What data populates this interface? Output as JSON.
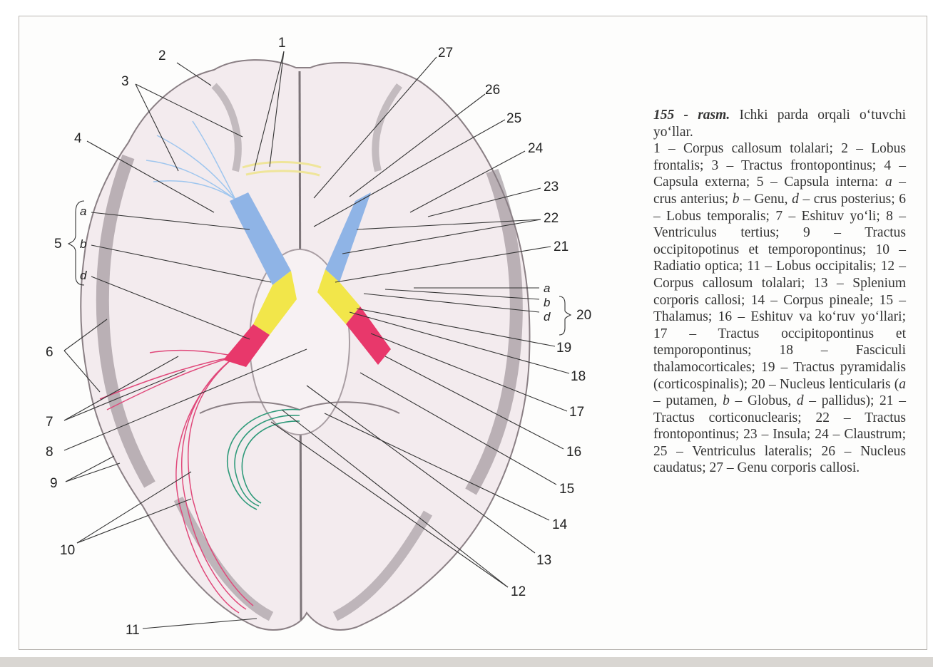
{
  "figure": {
    "labels": [
      "1",
      "2",
      "3",
      "4",
      "5",
      "6",
      "7",
      "8",
      "9",
      "10",
      "11",
      "12",
      "13",
      "14",
      "15",
      "16",
      "17",
      "18",
      "19",
      "20",
      "21",
      "22",
      "23",
      "24",
      "25",
      "26",
      "27"
    ],
    "sub_labels": [
      "a",
      "b",
      "d",
      "a",
      "b",
      "d"
    ],
    "colors": {
      "crus_anterius": "#8fb4e6",
      "genu": "#f2e64a",
      "crus_posterius": "#e8386b",
      "red_fibers": "#e0487a",
      "green_fibers": "#2f9a7a",
      "blue_fibers": "#9fc6ee",
      "cortex_shadow": "#7c7478",
      "cortex": "#f1e8ea"
    }
  },
  "caption": {
    "fig_number": "155 - rasm.",
    "title": "Ichki parda orqali o‘tuvchi yo‘llar.",
    "e1": "1 – Corpus callosum tolalari; 2 – Lobus frontalis; 3 – Tractus frontopontinus; 4 – Capsula externa; 5 – Capsula interna: ",
    "e1a": "a",
    "e1b": " – crus anterius; ",
    "e1c": "b",
    "e1d": " – Genu, ",
    "e1e": "d",
    "e1f": " – crus posterius; 6 – Lobus temporalis; 7 – Eshituv yo‘li; 8 – Ventriculus tertius; 9 – Tractus occipitopotinus et temporopontinus; 10 – Radiatio optica; 11 – Lobus occipitalis; 12 – Corpus callosum tolalari; 13 – Splenium corporis callosi; 14 – Corpus pineale; 15 – Thalamus; 16 – Eshituv va ko‘ruv yo‘llari; 17 – Tractus occipitopontinus et temporopontinus; 18 – Fasciculi thalamocorticales; 19 – Tractus pyramidalis (corticospinalis); 20 – Nucleus lenticularis (",
    "e2a": "a",
    "e2b": " – putamen, ",
    "e2c": "b",
    "e2d": " – Globus, ",
    "e2e": "d",
    "e2f": " – pallidus); 21 – Tractus corticonuclearis; 22 – Tractus frontopontinus; 23 – Insula; 24 – Claustrum; 25 – Ventriculus lateralis; 26 – Nucleus caudatus; 27 – Genu corporis callosi."
  }
}
